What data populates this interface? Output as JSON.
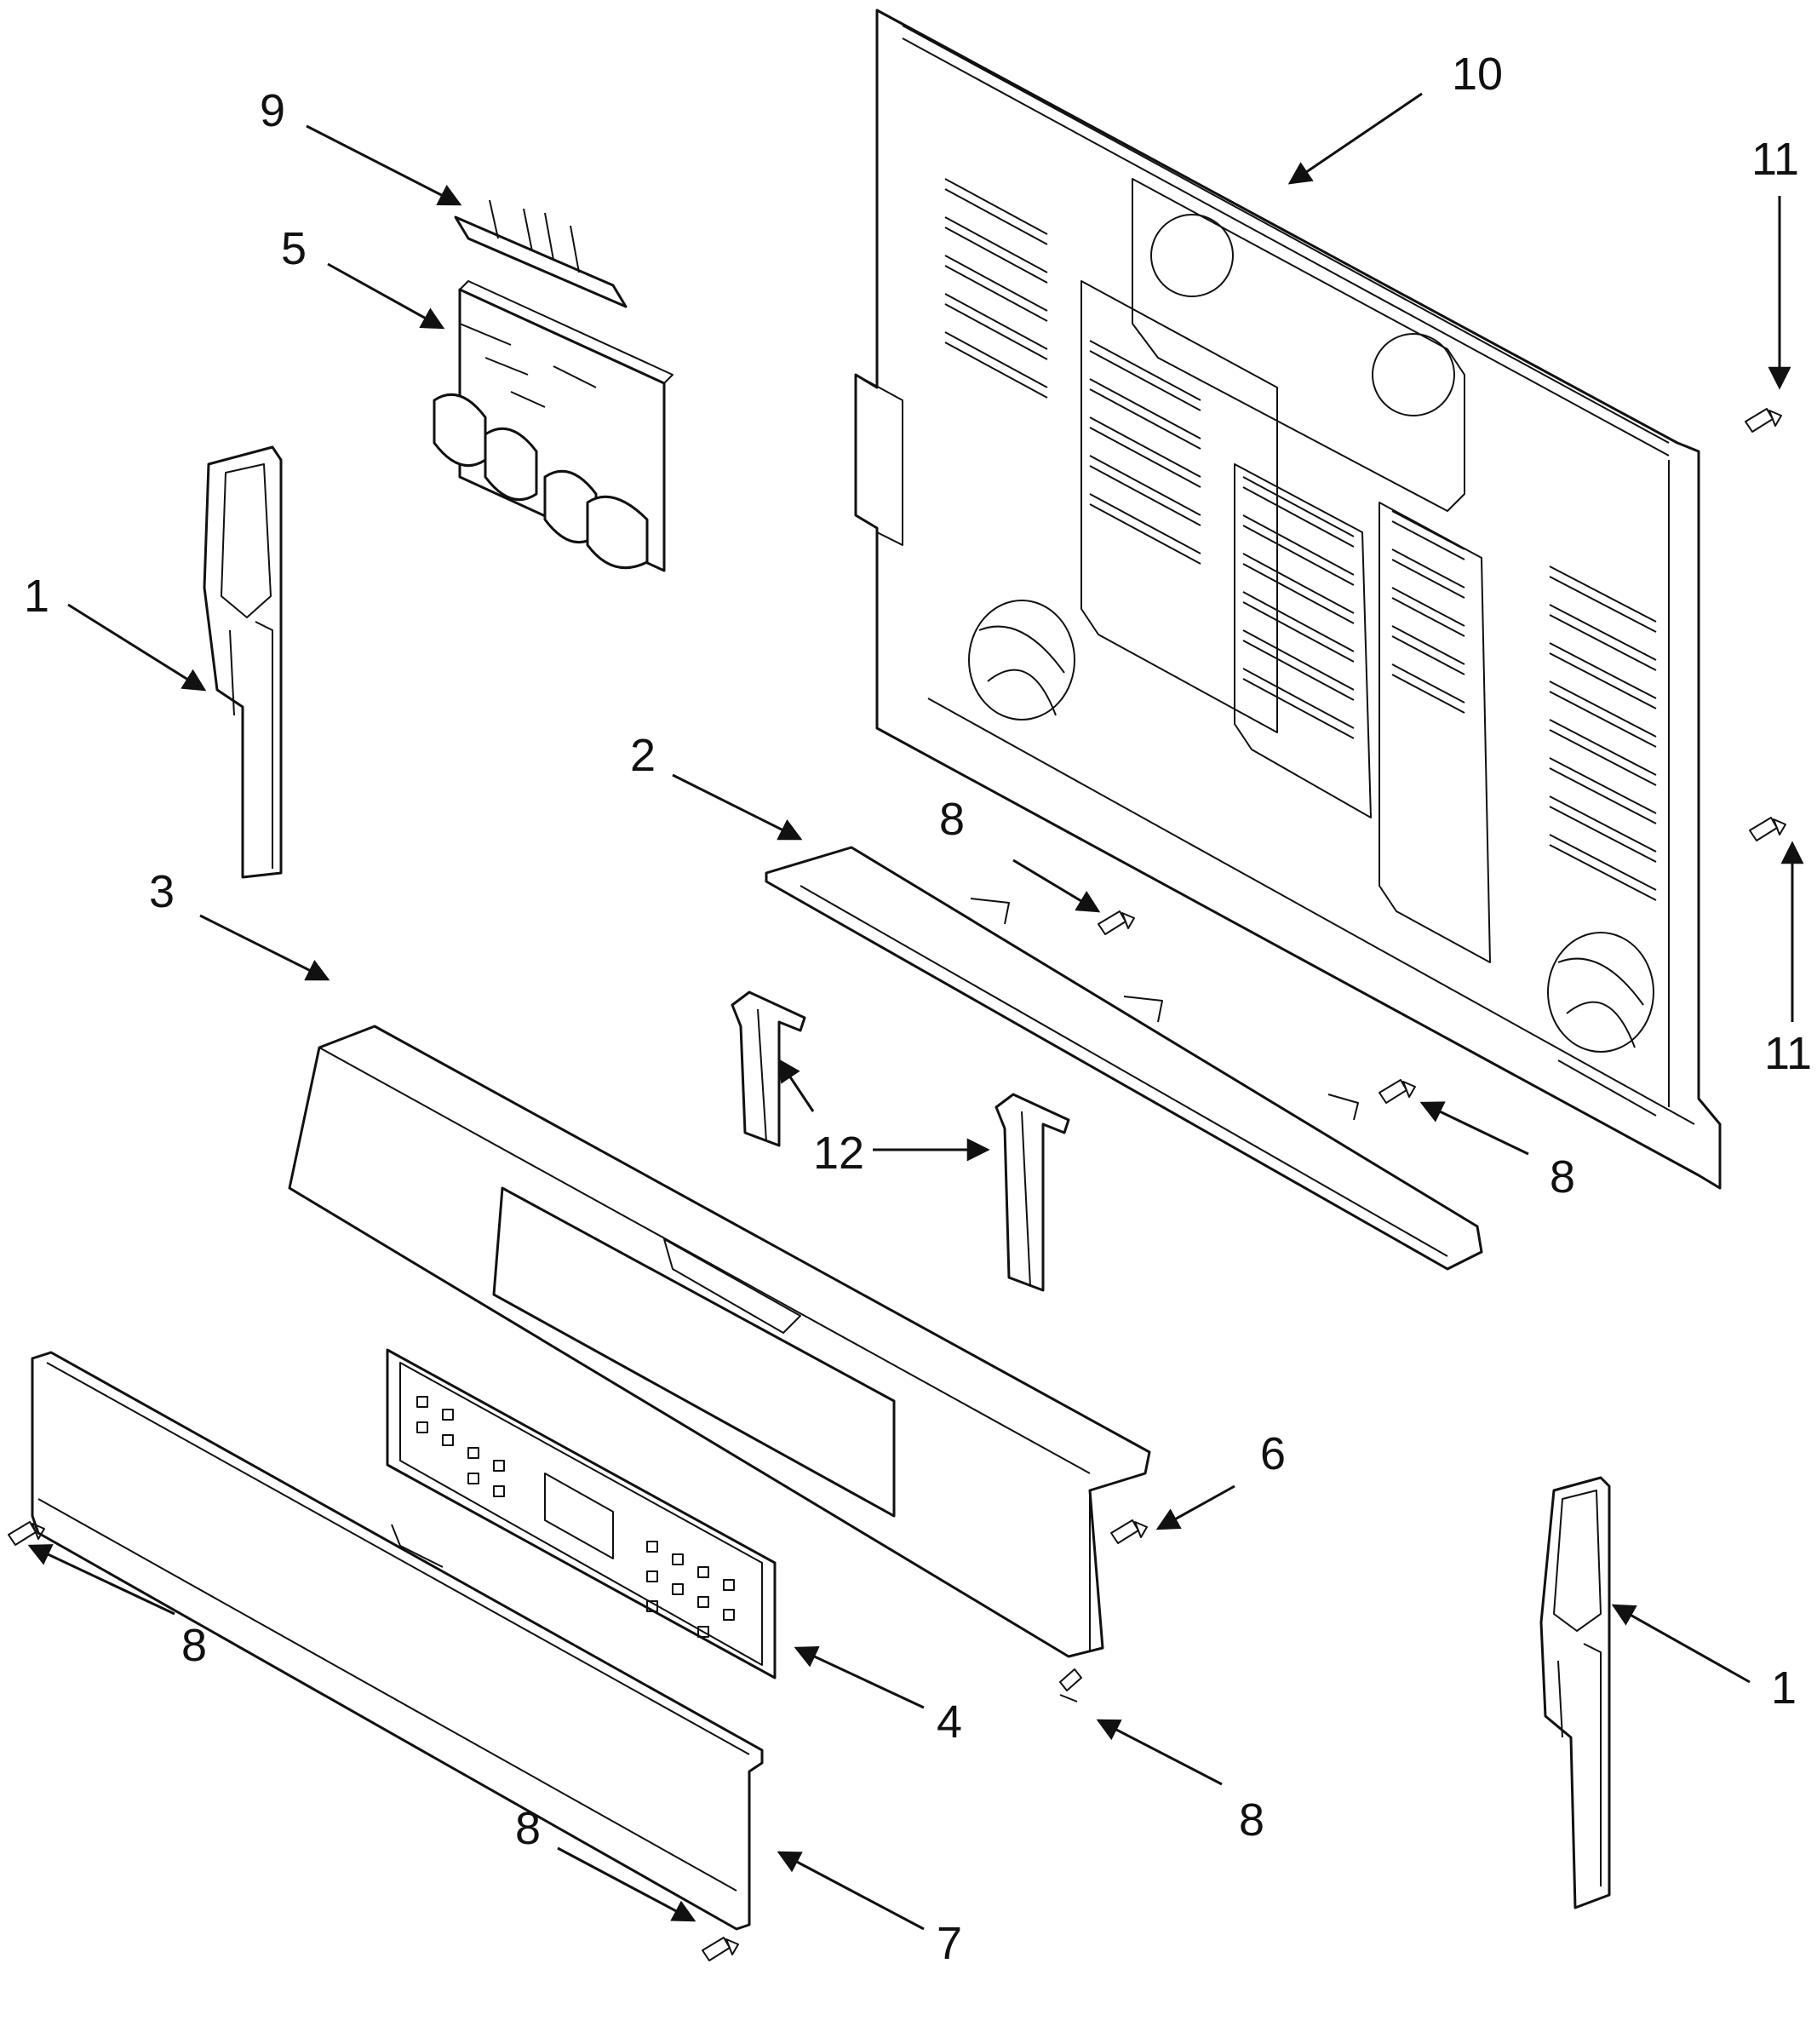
{
  "callouts": [
    {
      "id": "lbl-10",
      "text": "10"
    },
    {
      "id": "lbl-11a",
      "text": "11"
    },
    {
      "id": "lbl-11b",
      "text": "11"
    },
    {
      "id": "lbl-9",
      "text": "9"
    },
    {
      "id": "lbl-5",
      "text": "5"
    },
    {
      "id": "lbl-1a",
      "text": "1"
    },
    {
      "id": "lbl-1b",
      "text": "1"
    },
    {
      "id": "lbl-2",
      "text": "2"
    },
    {
      "id": "lbl-3",
      "text": "3"
    },
    {
      "id": "lbl-4",
      "text": "4"
    },
    {
      "id": "lbl-6",
      "text": "6"
    },
    {
      "id": "lbl-7",
      "text": "7"
    },
    {
      "id": "lbl-8a",
      "text": "8"
    },
    {
      "id": "lbl-8b",
      "text": "8"
    },
    {
      "id": "lbl-8c",
      "text": "8"
    },
    {
      "id": "lbl-8d",
      "text": "8"
    },
    {
      "id": "lbl-8e",
      "text": "8"
    },
    {
      "id": "lbl-12",
      "text": "12"
    }
  ]
}
